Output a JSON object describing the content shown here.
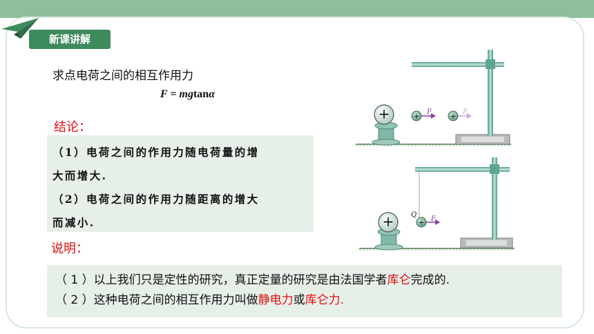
{
  "header": {
    "badge": "新课讲解"
  },
  "content": {
    "heading": "求点电荷之间的相互作用力",
    "formula": {
      "lhs": "F = ",
      "rhs": "mg",
      "func": "tan",
      "var": "α"
    },
    "conclusion_label": "结论：",
    "conclusions": [
      "（1）电荷之间的作用力随电荷量的增",
      "大而增大.",
      "（2）电荷之间的作用力随距离的增大",
      "而减小."
    ],
    "explanation_label": "说明：",
    "explanations": {
      "line1_prefix": "（ 1 ）以上我们只是定性的研究，真正定量的研究是由法国学者",
      "line1_highlight": "库仑",
      "line1_suffix": "完成的.",
      "line2_prefix": "（ 2 ）这种电荷之间的相互作用力叫做",
      "line2_highlight1": "静电力",
      "line2_middle": "或",
      "line2_highlight2": "库仑力."
    }
  },
  "figure": {
    "plus_sign": "+",
    "force_label": "F",
    "charge_label": "Q"
  },
  "colors": {
    "top_bar": "#8dbf9a",
    "badge": "#3d8a5c",
    "highlight": "#e01010",
    "box": "#e7efe9",
    "stand": "#6fb3a6"
  }
}
